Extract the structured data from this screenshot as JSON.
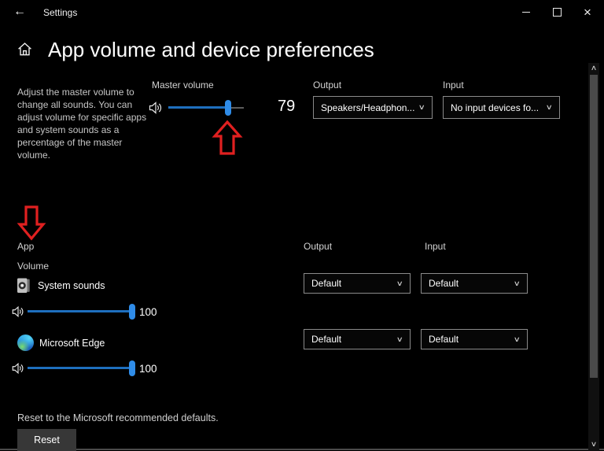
{
  "titlebar": {
    "title": "Settings"
  },
  "icons": {
    "back": "←",
    "close": "×",
    "chevron_down": "∨",
    "chevron_up": "∧"
  },
  "page": {
    "heading": "App volume and device preferences"
  },
  "master": {
    "description": "Adjust the master volume to change all sounds. You can adjust volume for specific apps and system sounds as a percentage of the master volume.",
    "label": "Master volume",
    "value": 79,
    "output_label": "Output",
    "output_value": "Speakers/Headphon...",
    "input_label": "Input",
    "input_value": "No input devices fo..."
  },
  "app_section": {
    "app_label": "App",
    "volume_label": "Volume",
    "output_label": "Output",
    "input_label": "Input",
    "rows": [
      {
        "name": "System sounds",
        "volume": 100,
        "output": "Default",
        "input": "Default"
      },
      {
        "name": "Microsoft Edge",
        "volume": 100,
        "output": "Default",
        "input": "Default"
      }
    ]
  },
  "footer": {
    "reset_text": "Reset to the Microsoft recommended defaults.",
    "reset_button": "Reset"
  },
  "colors": {
    "accent": "#0078d7",
    "slider_fill": "#1e6fbe",
    "slider_thumb": "#2f8ce8",
    "annotation_red": "#e02020"
  }
}
